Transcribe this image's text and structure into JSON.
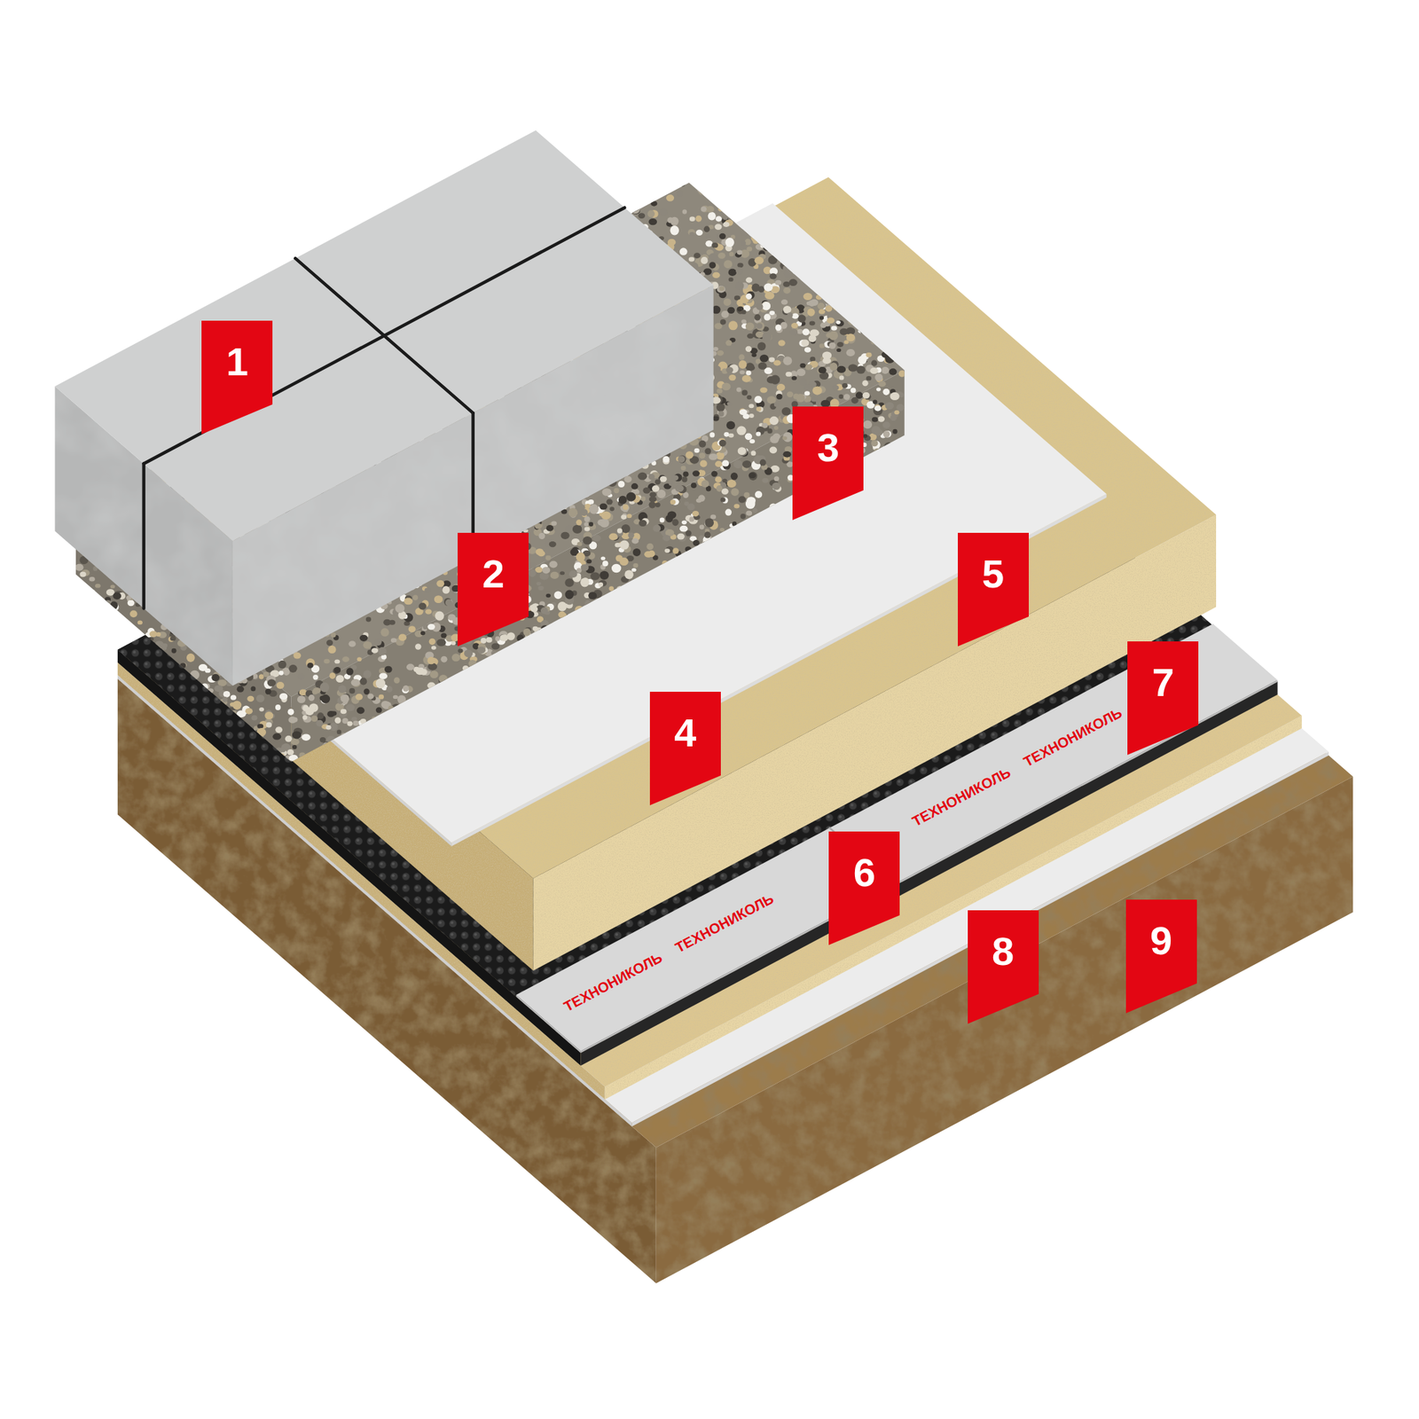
{
  "diagram": {
    "labels": [
      "1",
      "2",
      "3",
      "4",
      "5",
      "6",
      "7",
      "8",
      "9",
      "ТЕХНОНИКОЛЬ",
      "ТЕХНОНИКОЛЬ",
      "ТЕХНОНИКОЛЬ",
      "ТЕХНОНИКОЛЬ"
    ]
  }
}
